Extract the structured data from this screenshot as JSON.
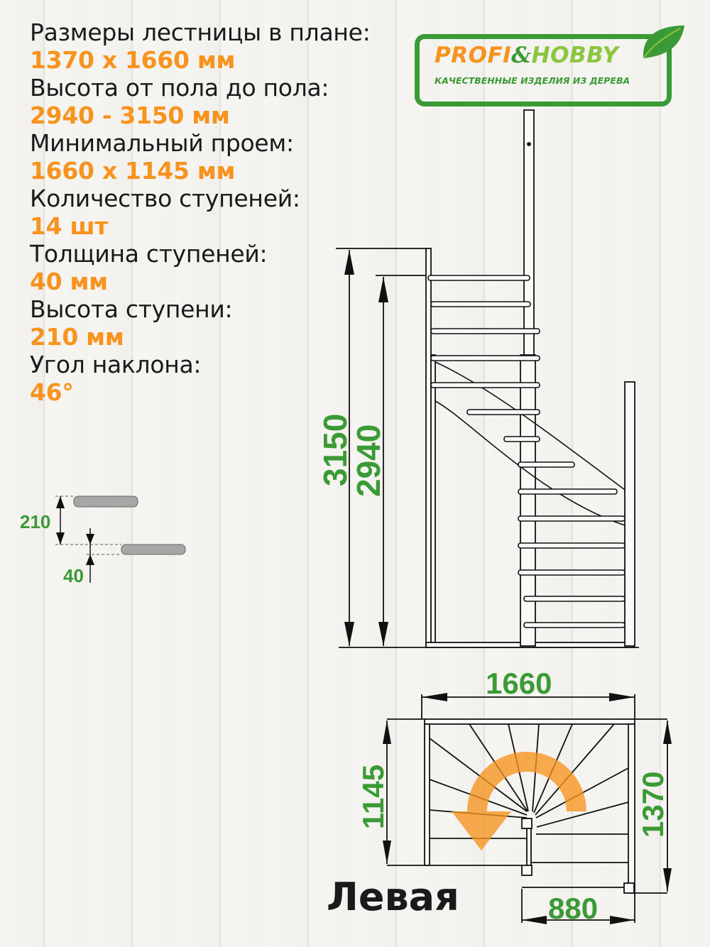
{
  "specs": [
    {
      "label": "Размеры лестницы в плане:",
      "value": "1370 x 1660 мм"
    },
    {
      "label": "Высота от пола до пола:",
      "value": "2940 - 3150 мм"
    },
    {
      "label": "Минимальный проем:",
      "value": "1660 x 1145 мм"
    },
    {
      "label": "Количество ступеней:",
      "value": "14 шт"
    },
    {
      "label": "Толщина ступеней:",
      "value": "40 мм"
    },
    {
      "label": "Высота ступени:",
      "value": "210 мм"
    },
    {
      "label": "Угол наклона:",
      "value": "46°"
    }
  ],
  "logo": {
    "brand_part1": "PROFI",
    "brand_amp": "&",
    "brand_part2": "HOBBY",
    "tagline": "КАЧЕСТВЕННЫЕ ИЗДЕЛИЯ ИЗ ДЕРЕВА",
    "colors": {
      "orange": "#f7931e",
      "green": "#3a9a35",
      "lime": "#8cc63f"
    }
  },
  "step_detail": {
    "rise_label": "210",
    "thickness_label": "40"
  },
  "elevation": {
    "height_max_label": "3150",
    "height_min_label": "2940"
  },
  "plan": {
    "width_label": "1660",
    "opening_depth_label": "1145",
    "depth_label": "1370",
    "lower_width_label": "880",
    "direction_icon": "counterclockwise-arrow"
  },
  "variant_label": "Левая",
  "colors": {
    "accent_orange": "#f7931e",
    "dimension_green": "#3a9a35",
    "text_dark": "#1a1a1a"
  }
}
